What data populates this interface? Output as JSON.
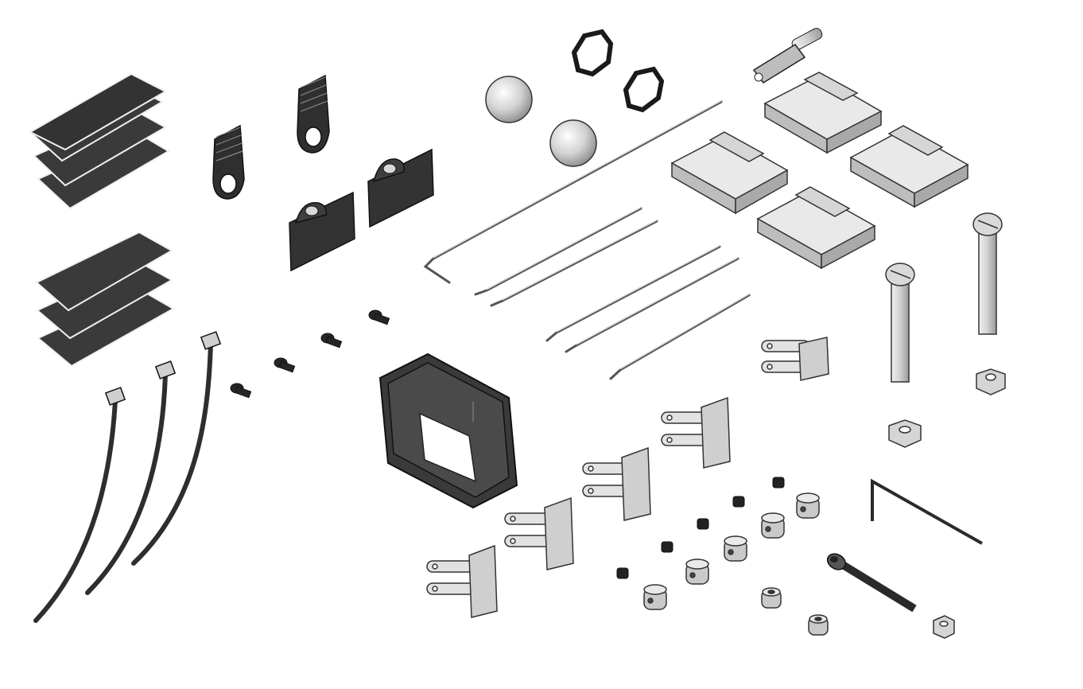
{
  "figure": {
    "background": "#ffffff",
    "palette": {
      "dark": "#3a3a3a",
      "outline": "#111111",
      "metal_light": "#e6e6e6",
      "metal_mid": "#bdbdbd",
      "metal_dark": "#8f8f8f",
      "sphere": "#d9d9d9"
    },
    "parts": [
      {
        "name": "foam-sheet-stack",
        "count": 2,
        "icon": "black-sheet-icon"
      },
      {
        "name": "cable-tie",
        "count": 3,
        "icon": "cable-tie-icon"
      },
      {
        "name": "antenna-clip",
        "count": 2,
        "icon": "clip-icon"
      },
      {
        "name": "adhesive-pad",
        "count": 2,
        "icon": "pad-icon"
      },
      {
        "name": "screw",
        "count": 4,
        "icon": "screw-icon"
      },
      {
        "name": "rubber-frame",
        "count": 1,
        "icon": "frame-icon"
      },
      {
        "name": "sphere",
        "count": 2,
        "icon": "ball-icon"
      },
      {
        "name": "o-ring",
        "count": 2,
        "icon": "ring-icon"
      },
      {
        "name": "clevis",
        "count": 1,
        "icon": "clevis-icon"
      },
      {
        "name": "hinge",
        "count": 4,
        "icon": "hinge-icon"
      },
      {
        "name": "push-rod",
        "count": 6,
        "icon": "rod-icon"
      },
      {
        "name": "control-horn",
        "count": 5,
        "icon": "horn-icon"
      },
      {
        "name": "bolt",
        "count": 2,
        "icon": "bolt-icon"
      },
      {
        "name": "nut",
        "count": 3,
        "icon": "nut-icon"
      },
      {
        "name": "allen-key",
        "count": 1,
        "icon": "allen-key-icon"
      },
      {
        "name": "grub-screw",
        "count": 5,
        "icon": "grub-screw-icon"
      },
      {
        "name": "collar",
        "count": 5,
        "icon": "collar-icon"
      },
      {
        "name": "socket-cap-screw",
        "count": 1,
        "icon": "socket-screw-icon"
      },
      {
        "name": "spacer",
        "count": 2,
        "icon": "spacer-icon"
      }
    ]
  }
}
